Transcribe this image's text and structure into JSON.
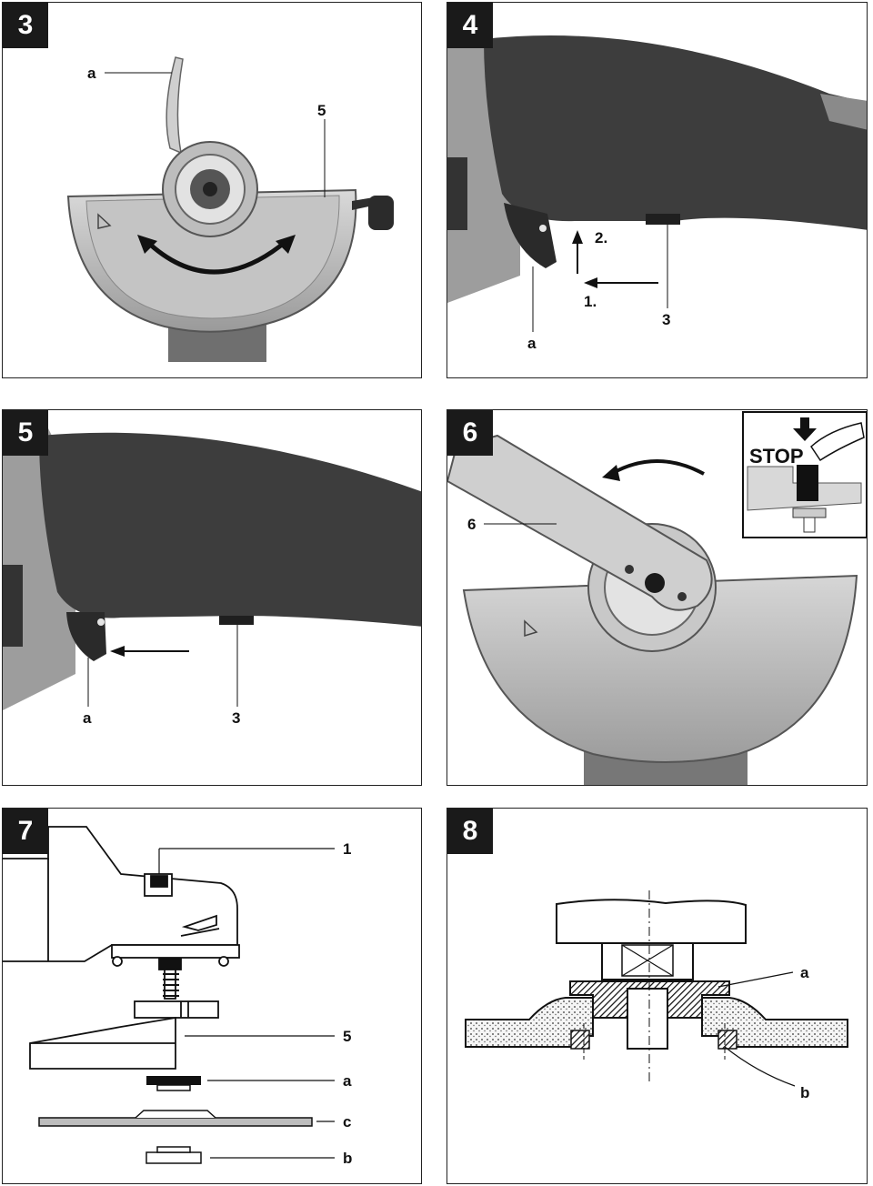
{
  "panels": [
    {
      "number": "3",
      "labels": {
        "a": "a",
        "five": "5"
      }
    },
    {
      "number": "4",
      "labels": {
        "step2": "2.",
        "step1": "1.",
        "three": "3",
        "a": "a"
      }
    },
    {
      "number": "5",
      "labels": {
        "a": "a",
        "three": "3"
      }
    },
    {
      "number": "6",
      "labels": {
        "six": "6",
        "stop": "STOP"
      }
    },
    {
      "number": "7",
      "labels": {
        "one": "1",
        "five": "5",
        "a": "a",
        "c": "c",
        "b": "b"
      }
    },
    {
      "number": "8",
      "labels": {
        "a": "a",
        "b": "b"
      }
    }
  ],
  "colors": {
    "border": "#222222",
    "badge": "#1a1a1a",
    "handle": "#3d3d3d",
    "guard": "#b5b5b5",
    "metal": "#cfcfcf"
  }
}
